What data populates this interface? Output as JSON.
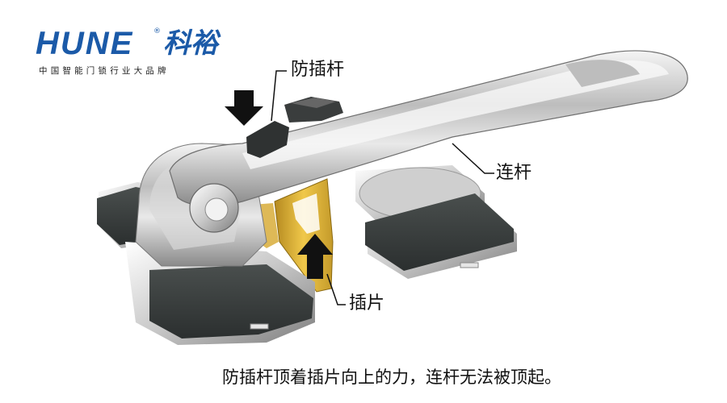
{
  "brand": {
    "wordmark": "HUNE",
    "registered": "®",
    "chinese_name": "科裕",
    "tagline": "中国智能门锁行业大品牌",
    "colors": {
      "blue": "#1b5aa8",
      "red": "#d2232a"
    }
  },
  "callouts": {
    "anti_insert_lever": "防插杆",
    "connecting_rod": "连杆",
    "insert_plate": "插片"
  },
  "caption": "防插杆顶着插片向上的力，连杆无法被顶起。",
  "icons": {
    "down_arrow": "down-arrow-icon",
    "up_arrow": "up-arrow-icon"
  }
}
